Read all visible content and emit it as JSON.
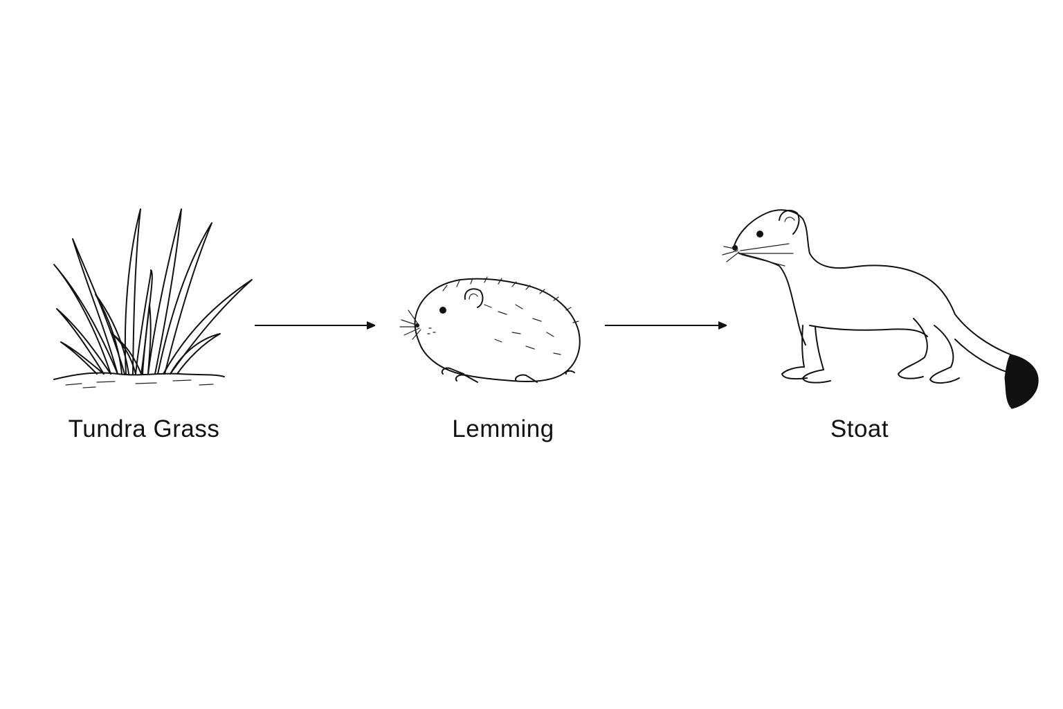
{
  "diagram": {
    "type": "food-chain",
    "nodes": [
      {
        "id": "grass",
        "label": "Tundra Grass",
        "icon": "grass-icon"
      },
      {
        "id": "lemming",
        "label": "Lemming",
        "icon": "lemming-icon"
      },
      {
        "id": "stoat",
        "label": "Stoat",
        "icon": "stoat-icon"
      }
    ],
    "edges": [
      {
        "from": "grass",
        "to": "lemming"
      },
      {
        "from": "lemming",
        "to": "stoat"
      }
    ],
    "colors": {
      "ink": "#111111",
      "background": "#ffffff"
    }
  }
}
